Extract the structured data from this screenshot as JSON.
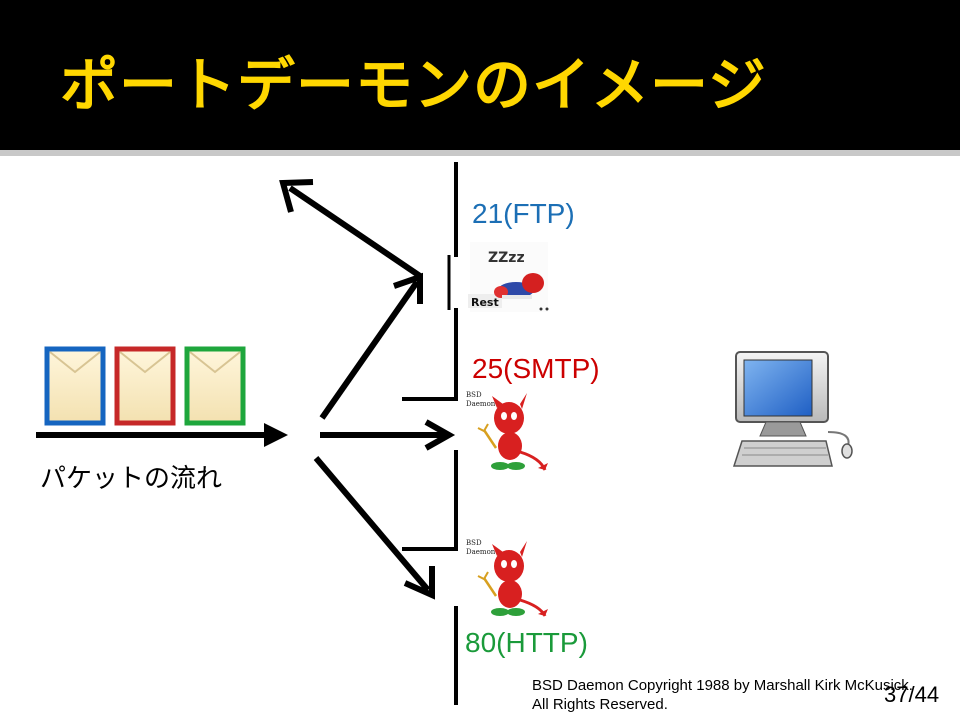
{
  "slide": {
    "title": "ポートデーモンのイメージ",
    "page_number": "37/44"
  },
  "colors": {
    "title_text": "#ffd700",
    "ftp": "#1c6fb5",
    "smtp": "#cc0000",
    "http": "#1a9a3a",
    "envelope_blue": "#1565c0",
    "envelope_red": "#c62828",
    "envelope_green": "#1ea63c"
  },
  "packets": {
    "caption": "パケットの流れ",
    "envelopes": [
      {
        "color": "blue",
        "icon": "envelope-icon"
      },
      {
        "color": "red",
        "icon": "envelope-icon"
      },
      {
        "color": "green",
        "icon": "envelope-icon"
      }
    ]
  },
  "ports": {
    "ftp": {
      "label": "21(FTP)",
      "state_badge": "Rest",
      "sleep_text": "ZZzz",
      "icon": "sleeping-daemon-icon"
    },
    "smtp": {
      "label": "25(SMTP)",
      "daemon_badge": "BSD Daemon",
      "icon": "bsd-daemon-icon"
    },
    "http": {
      "label": "80(HTTP)",
      "daemon_badge": "BSD Daemon",
      "icon": "bsd-daemon-icon"
    }
  },
  "server": {
    "icon": "computer-icon"
  },
  "credits": {
    "line1": "BSD Daemon Copyright 1988 by Marshall Kirk McKusick.",
    "line2": "All Rights Reserved."
  }
}
